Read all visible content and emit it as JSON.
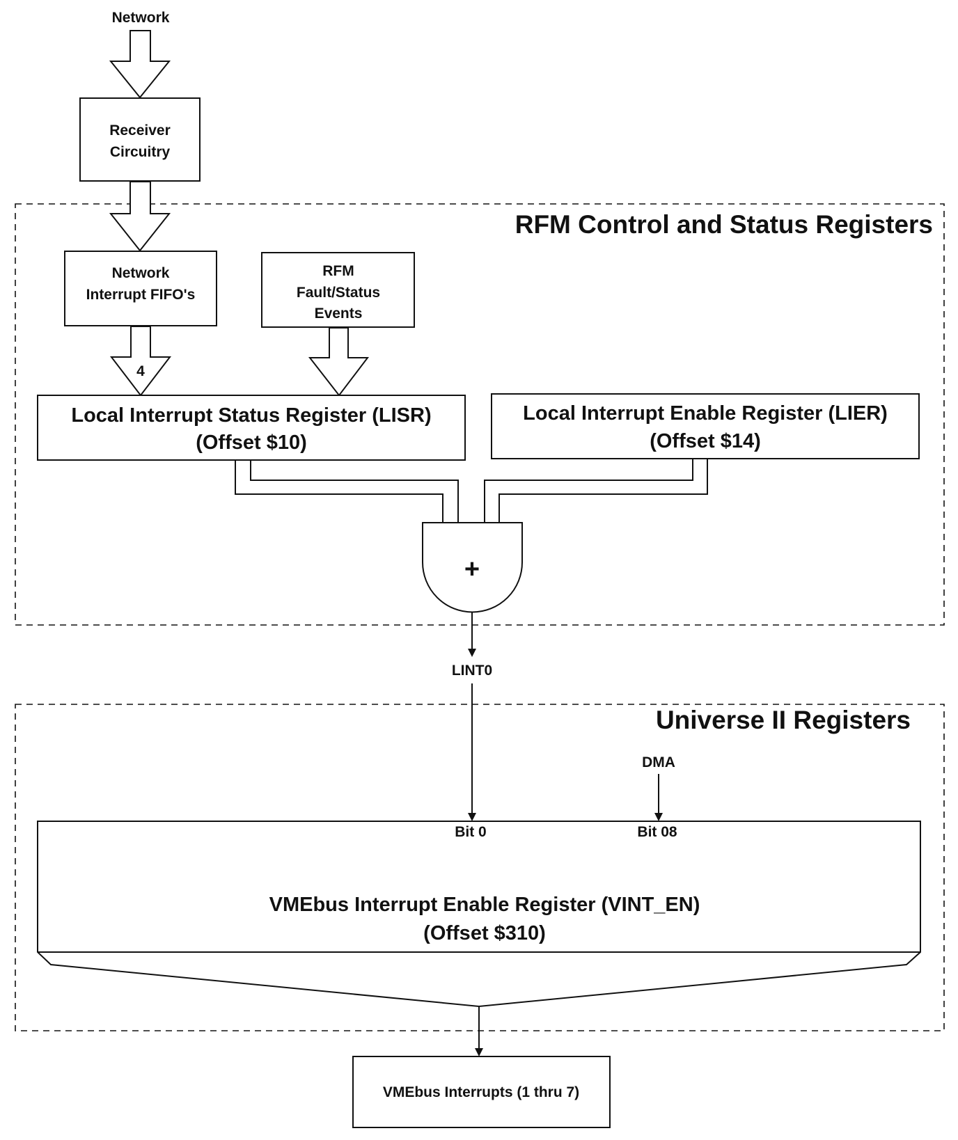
{
  "labels": {
    "network": "Network",
    "receiver_line1": "Receiver",
    "receiver_line2": "Circuitry",
    "rfm_group_title": "RFM Control and Status Registers",
    "fifo_line1": "Network",
    "fifo_line2": "Interrupt FIFO's",
    "rfm_events_line1": "RFM",
    "rfm_events_line2": "Fault/Status",
    "rfm_events_line3": "Events",
    "fifo_count": "4",
    "lisr_line1": "Local Interrupt Status Register (LISR)",
    "lisr_line2": "(Offset $10)",
    "lier_line1": "Local Interrupt Enable Register (LIER)",
    "lier_line2": "(Offset $14)",
    "gate_symbol": "+",
    "lint0": "LINT0",
    "universe_group_title": "Universe II Registers",
    "dma": "DMA",
    "bit0": "Bit 0",
    "bit08": "Bit 08",
    "vint_line1": "VMEbus Interrupt Enable Register (VINT_EN)",
    "vint_line2": "(Offset $310)",
    "vme_interrupts": "VMEbus Interrupts (1 thru 7)"
  }
}
